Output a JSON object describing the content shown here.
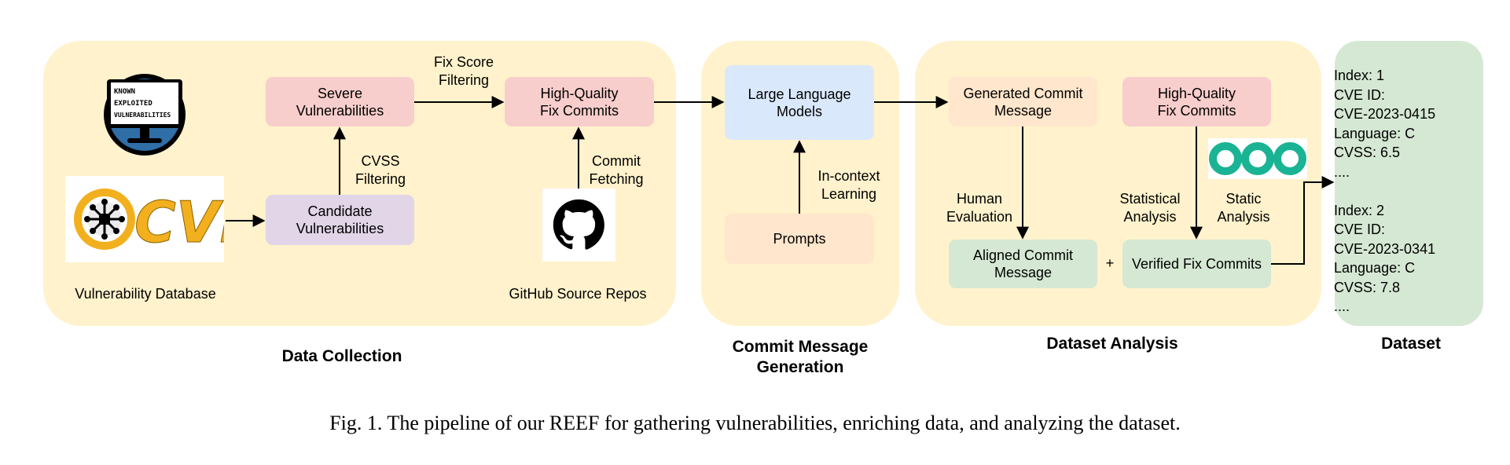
{
  "colors": {
    "panel_yellow": "#fff2cc",
    "panel_green": "#d5e8d4",
    "box_pink": "#f8cecc",
    "box_purple": "#e1d5e7",
    "box_blue": "#dae8fc",
    "box_peach": "#ffe6cc",
    "box_green": "#d5e8d4",
    "cve_gold": "#f2b01e",
    "teal": "#1ab394",
    "kev_blue": "#2f6ea6"
  },
  "data_collection": {
    "title": "Data Collection",
    "vuln_db_label": "Vulnerability Database",
    "github_label": "GitHub Source Repos",
    "severe": "Severe\nVulnerabilities",
    "candidate": "Candidate\nVulnerabilities",
    "hq_fix": "High-Quality\nFix Commits",
    "cvss_filtering": "CVSS\nFiltering",
    "fix_score_filtering": "Fix Score\nFiltering",
    "commit_fetching": "Commit\nFetching",
    "kev_logo_lines": [
      "KNOWN",
      "EXPLOITED",
      "VULNERABILITIES"
    ],
    "cve_logo_text": "CVE"
  },
  "generation": {
    "title": "Commit Message\nGeneration",
    "llm": "Large Language\nModels",
    "prompts": "Prompts",
    "in_context": "In-context\nLearning"
  },
  "analysis": {
    "title": "Dataset Analysis",
    "generated": "Generated Commit\nMessage",
    "hq_fix": "High-Quality\nFix Commits",
    "aligned": "Aligned Commit\nMessage",
    "verified": "Verified Fix Commits",
    "plus": "+",
    "human_eval": "Human\nEvaluation",
    "statistical": "Statistical\nAnalysis",
    "static": "Static\nAnalysis"
  },
  "dataset": {
    "title": "Dataset",
    "lines": [
      "Index: 1",
      "CVE ID:",
      "CVE-2023-0415",
      "Language: C",
      "CVSS: 6.5",
      "....",
      "",
      "Index: 2",
      "CVE ID:",
      "CVE-2023-0341",
      "Language: C",
      "CVSS: 7.8",
      "...."
    ]
  },
  "caption": "Fig. 1.  The pipeline of our REEF for gathering vulnerabilities, enriching data, and analyzing the dataset."
}
